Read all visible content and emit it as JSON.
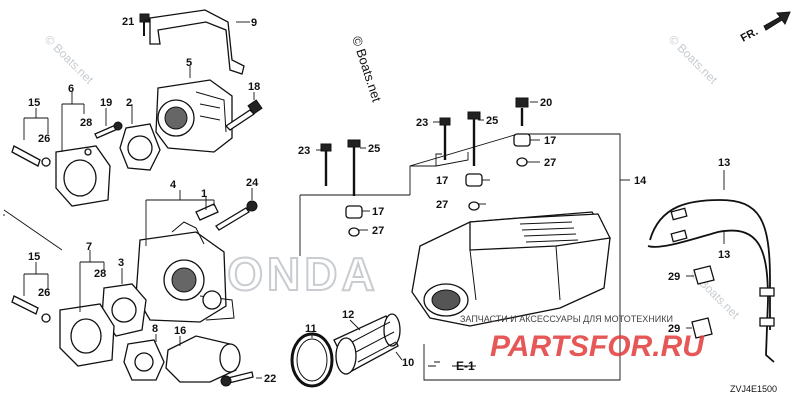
{
  "diagram": {
    "code": "ZVJ4E1500",
    "direction_label": "FR.",
    "section_label": "E-1",
    "watermark_diagonal": "© Boats.net",
    "watermark_site": "PARTSFOR.RU",
    "watermark_tagline": "ЗАПЧАСТИ И АКСЕССУАРЫ ДЛЯ МОТОТЕХНИКИ",
    "watermark_brand": "HONDA",
    "colors": {
      "ink": "#111111",
      "watermark_red": "#e23b3b",
      "watermark_grey": "#9aa3ad"
    }
  },
  "callouts": [
    {
      "id": "c21",
      "text": "21"
    },
    {
      "id": "c9",
      "text": "9"
    },
    {
      "id": "c5",
      "text": "5"
    },
    {
      "id": "c18",
      "text": "18"
    },
    {
      "id": "c15a",
      "text": "15"
    },
    {
      "id": "c6",
      "text": "6"
    },
    {
      "id": "c19",
      "text": "19"
    },
    {
      "id": "c2",
      "text": "2"
    },
    {
      "id": "c26a",
      "text": "26"
    },
    {
      "id": "c28a",
      "text": "28"
    },
    {
      "id": "c4",
      "text": "4"
    },
    {
      "id": "c1",
      "text": "1"
    },
    {
      "id": "c24",
      "text": "24"
    },
    {
      "id": "c15b",
      "text": "15"
    },
    {
      "id": "c7",
      "text": "7"
    },
    {
      "id": "c28b",
      "text": "28"
    },
    {
      "id": "c3",
      "text": "3"
    },
    {
      "id": "c26b",
      "text": "26"
    },
    {
      "id": "c8",
      "text": "8"
    },
    {
      "id": "c16",
      "text": "16"
    },
    {
      "id": "c22",
      "text": "22"
    },
    {
      "id": "c11",
      "text": "11"
    },
    {
      "id": "c12",
      "text": "12"
    },
    {
      "id": "c10",
      "text": "10"
    },
    {
      "id": "c20",
      "text": "20"
    },
    {
      "id": "c23a",
      "text": "23"
    },
    {
      "id": "c25a",
      "text": "25"
    },
    {
      "id": "c23b",
      "text": "23"
    },
    {
      "id": "c25b",
      "text": "25"
    },
    {
      "id": "c17a",
      "text": "17"
    },
    {
      "id": "c27a",
      "text": "27"
    },
    {
      "id": "c17b",
      "text": "17"
    },
    {
      "id": "c27b",
      "text": "27"
    },
    {
      "id": "c17c",
      "text": "17"
    },
    {
      "id": "c27c",
      "text": "27"
    },
    {
      "id": "c14",
      "text": "14"
    },
    {
      "id": "c13a",
      "text": "13"
    },
    {
      "id": "c13b",
      "text": "13"
    },
    {
      "id": "c29a",
      "text": "29"
    },
    {
      "id": "c29b",
      "text": "29"
    }
  ]
}
